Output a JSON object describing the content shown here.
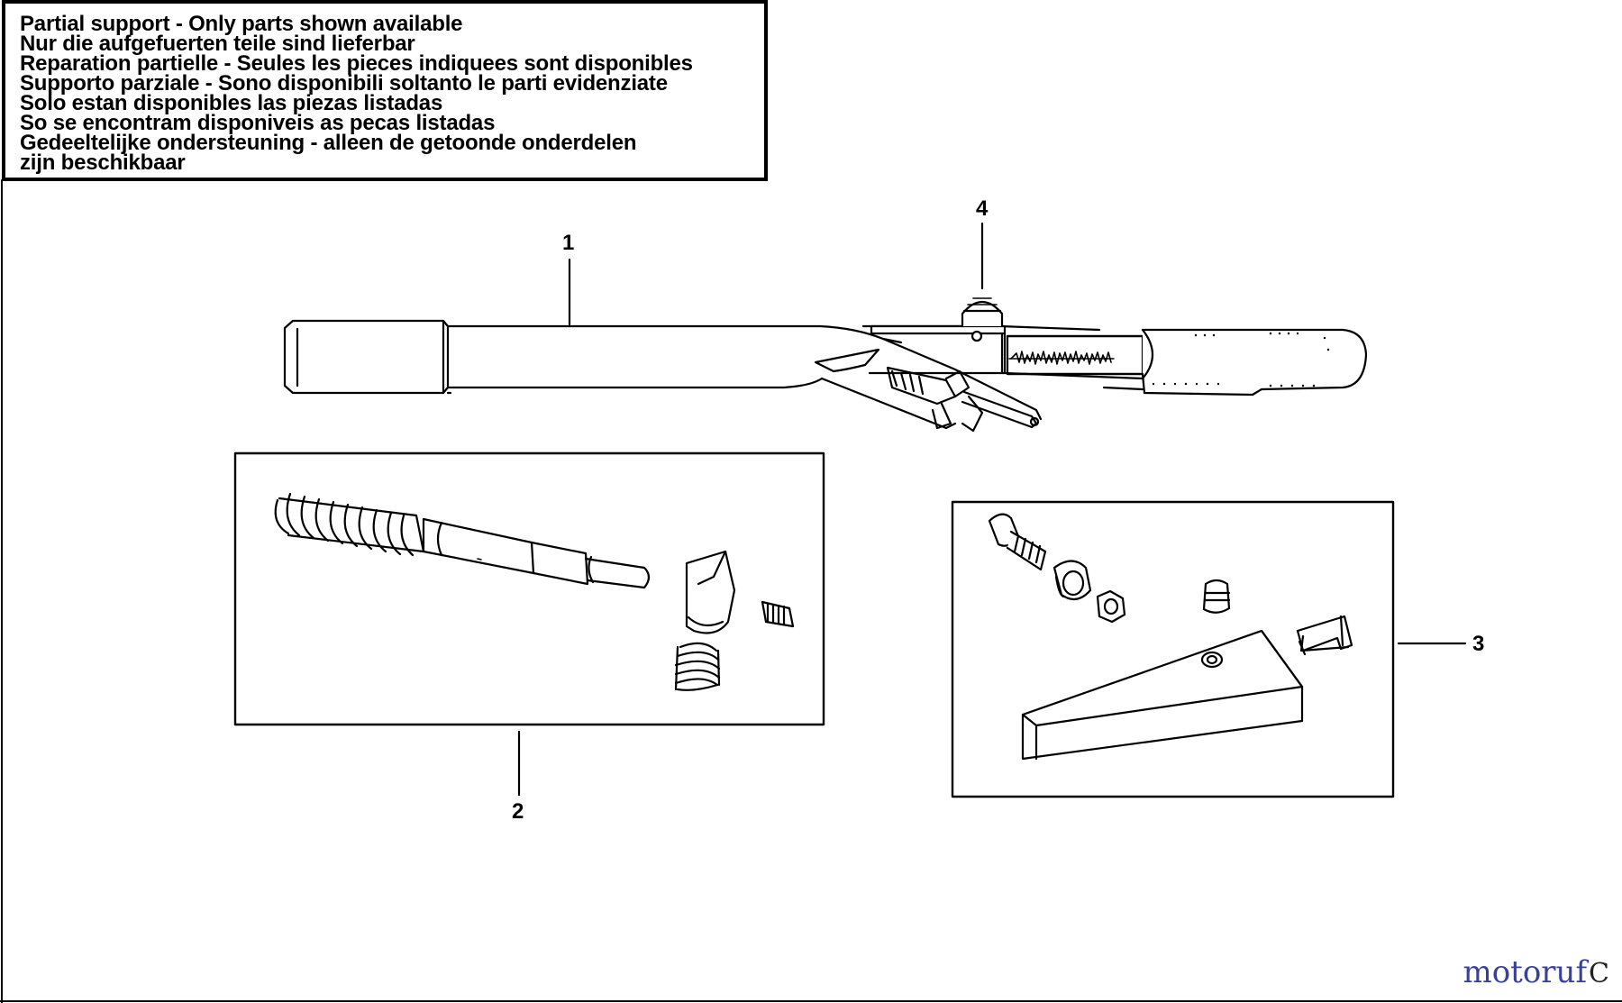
{
  "notice": {
    "lines": [
      "Partial support - Only parts shown available",
      "Nur die aufgefuerten teile sind lieferbar",
      "Reparation partielle - Seules les pieces indiquees sont disponibles",
      "Supporto parziale - Sono disponibili soltanto le parti evidenziate",
      "Solo estan disponibles las piezas listadas",
      "So se encontram disponiveis as pecas listadas",
      "Gedeeltelijke ondersteuning - alleen de getoonde onderdelen",
      "zijn beschikbaar"
    ]
  },
  "callouts": {
    "part1": "1",
    "part2": "2",
    "part3": "3",
    "part4": "4"
  },
  "watermark": {
    "text": "motoruf",
    "symbol": "C"
  },
  "colors": {
    "line": "#000000",
    "watermark": "#3a3f9a"
  }
}
